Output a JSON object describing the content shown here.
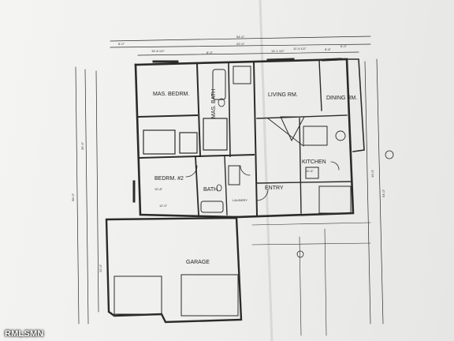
{
  "plan": {
    "rooms": {
      "mas_bedrm": "MAS. BEDRM.",
      "mas_bath": "MAS. BATH",
      "living_rm": "LIVING RM.",
      "dining_rm": "DINING RM.",
      "kitchen": "KITCHEN",
      "bedrm_2": "BEDRM. #2",
      "bath": "BATH",
      "entry": "ENTRY",
      "laundry": "LAUNDRY",
      "garage": "GARAGE"
    },
    "dimensions": {
      "overall_width": "54'-0\"",
      "top_left": "8'-0\"",
      "top_mid": "22'-0\"",
      "top_right": "11'-9 1/2\"",
      "top_rr": "6'-0\"",
      "mas_bed_w": "15'-8 1/2\"",
      "bath_w": "8'-0\"",
      "living_w": "14'-1 1/2\"",
      "dining_w": "8'-6\"",
      "left_depth": "58'-0\"",
      "left_inner": "35'-6\"",
      "right_depth": "54'-0\"",
      "right_inner": "13'-0\"",
      "bed2_w": "10'-8\"",
      "bed2_h": "12'-0\"",
      "kitchen_w": "11'-6\"",
      "garage_depth": "22'-0\""
    }
  },
  "watermark": "RMLSMN"
}
